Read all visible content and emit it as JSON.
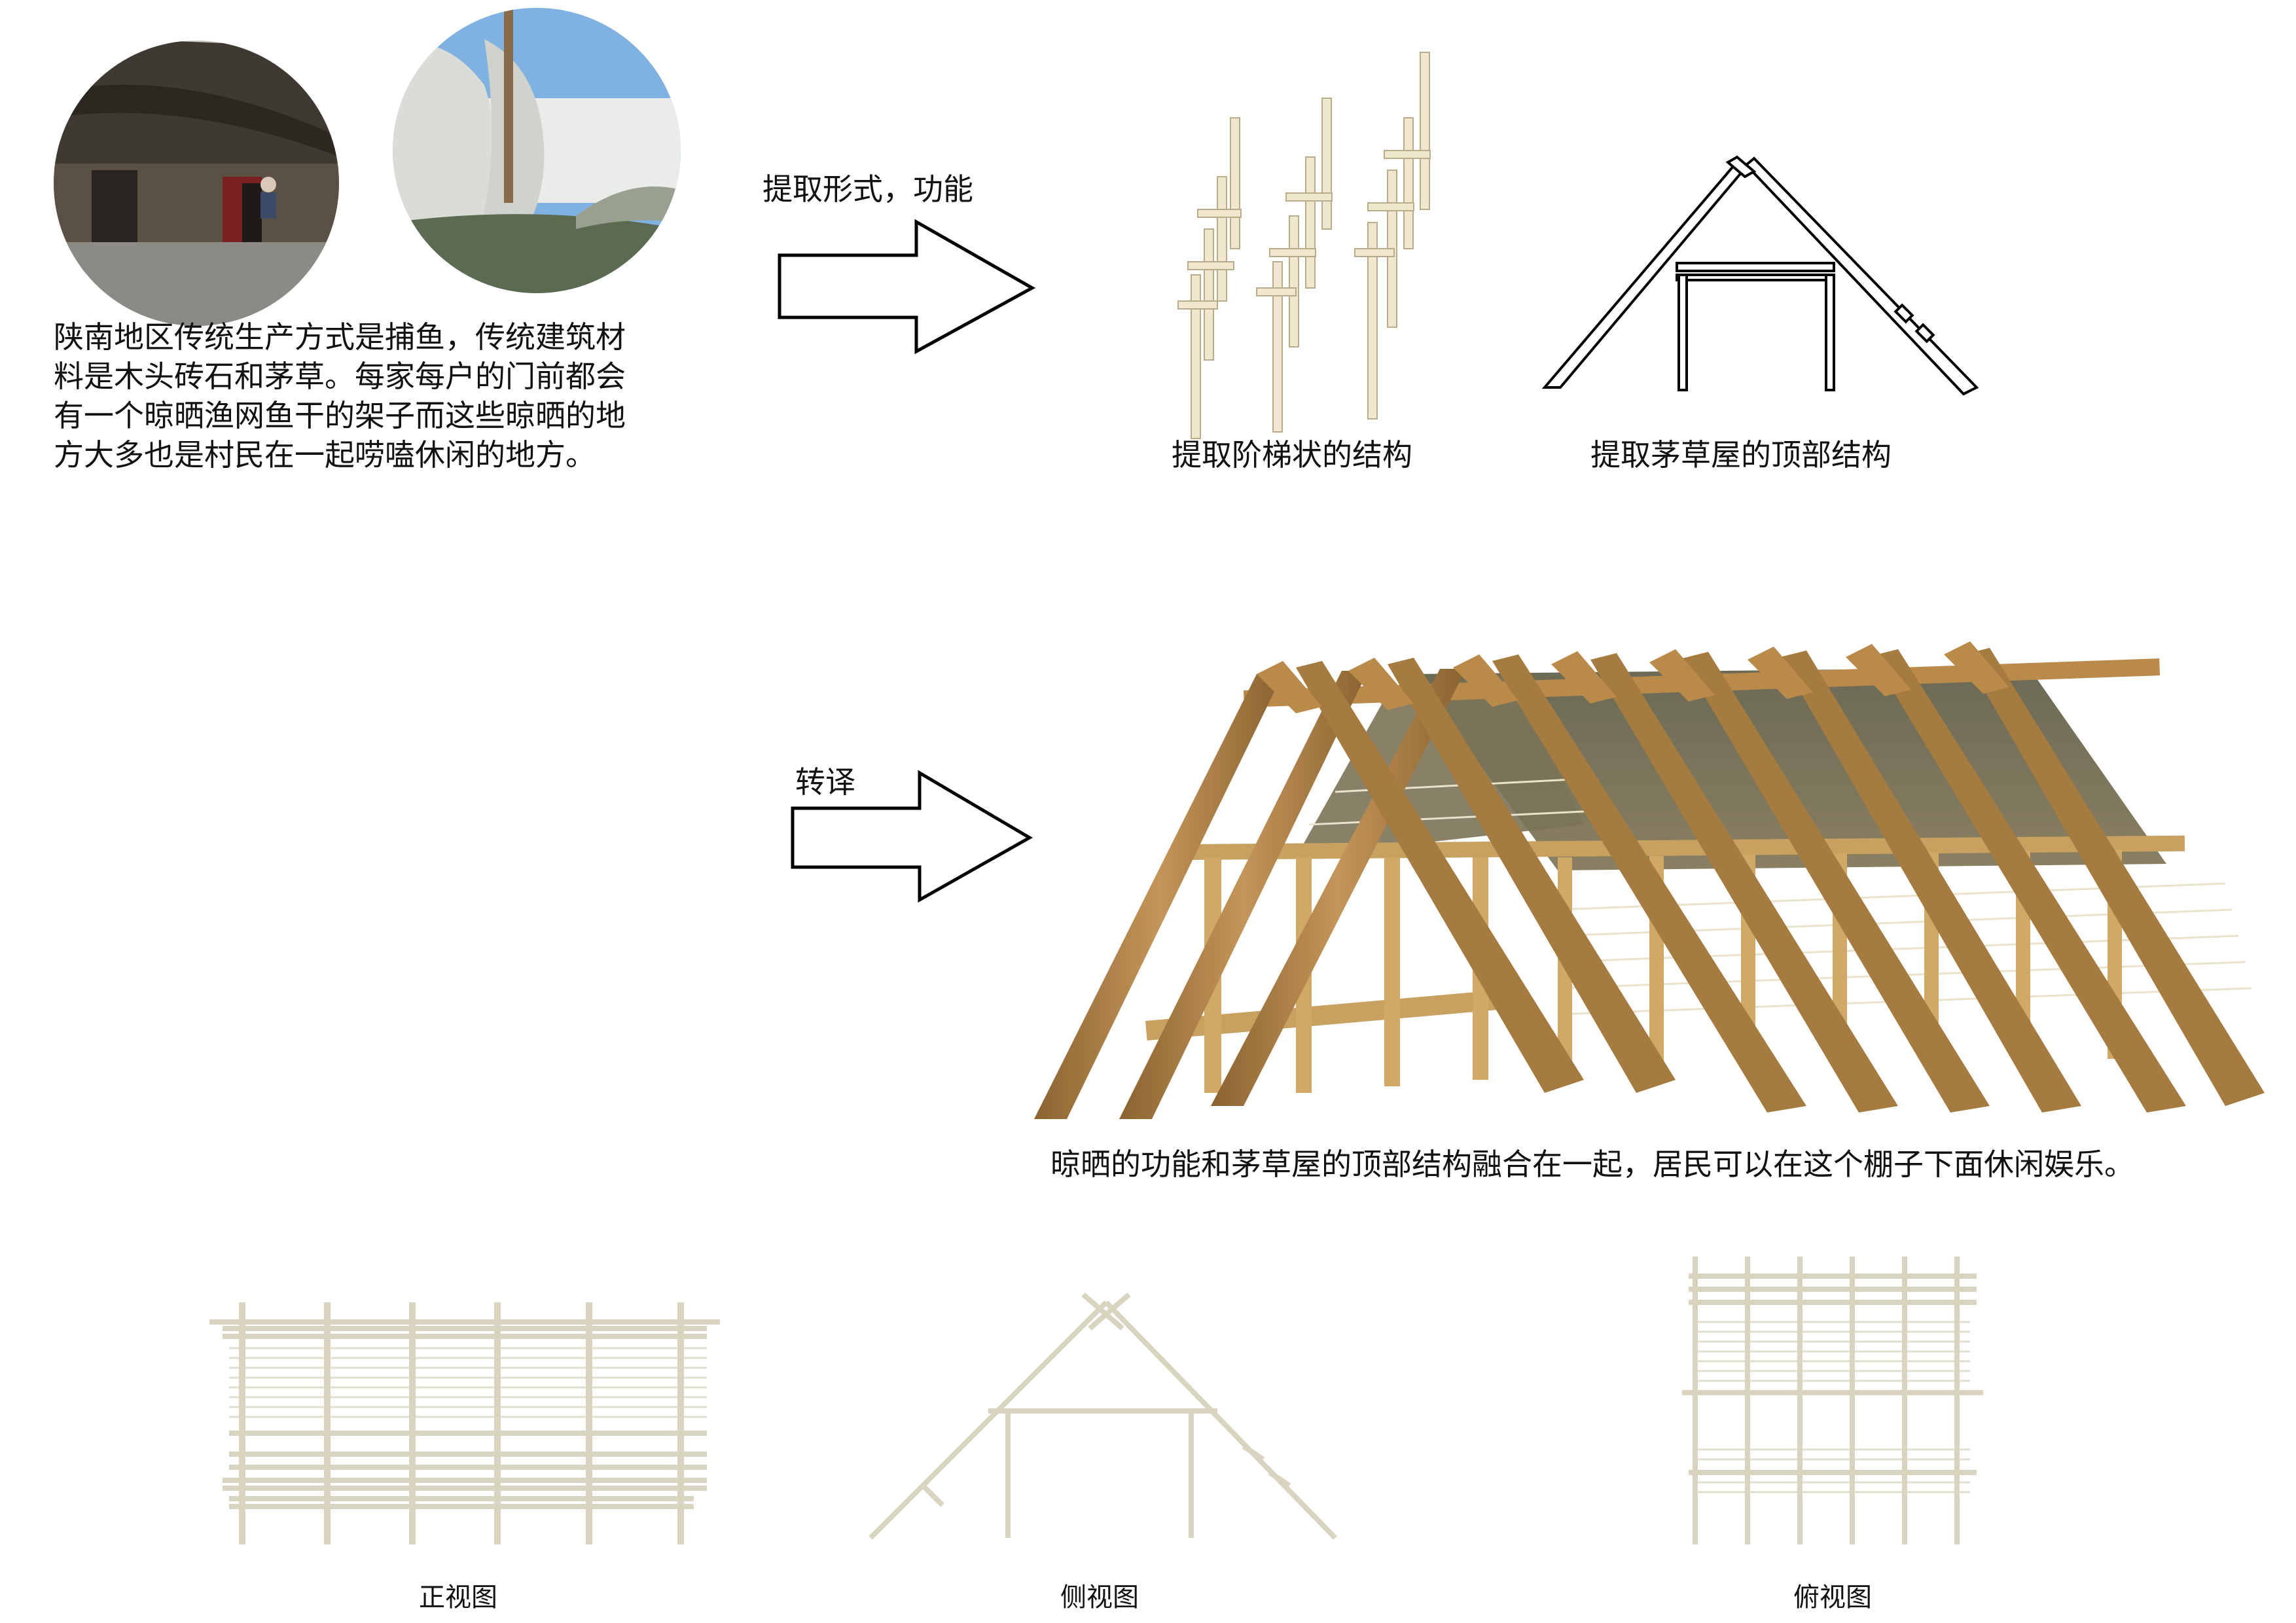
{
  "intro": {
    "lines": [
      "陕南地区传统生产方式是捕鱼，传统建筑材",
      "料是木头砖石和茅草。每家每户的门前都会",
      "有一个晾晒渔网鱼干的架子而这些晾晒的地",
      "方大多也是村民在一起唠嗑休闲的地方。"
    ]
  },
  "arrows": {
    "extract_label": "提取形式，功能",
    "translate_label": "转译"
  },
  "captions": {
    "ladder_structure": "提取阶梯状的结构",
    "thatch_roof_structure": "提取茅草屋的顶部结构",
    "fusion": "晾晒的功能和茅草屋的顶部结构融合在一起，居民可以在这个棚子下面休闲娱乐。"
  },
  "views": {
    "front": "正视图",
    "side": "侧视图",
    "top": "俯视图"
  },
  "colors": {
    "view_line": "#d8d4bf",
    "wood": "#b98a4a",
    "wood_dark": "#8a6330",
    "thatch": "#7a7358",
    "outline": "#000000"
  },
  "icons": {
    "photo_thatched_house": "photo-thatched-house",
    "photo_fishing_nets": "photo-fishing-nets"
  }
}
